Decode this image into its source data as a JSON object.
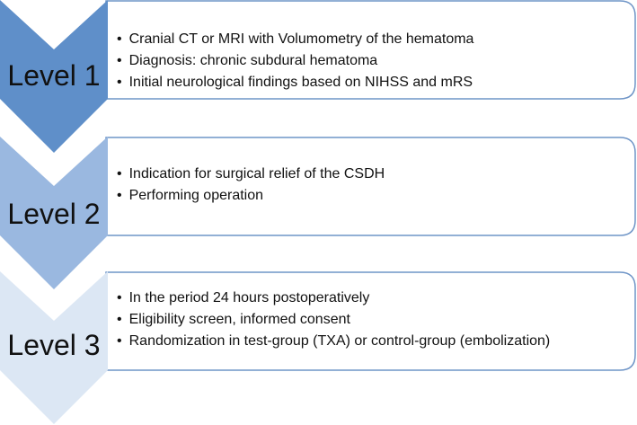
{
  "levels": [
    {
      "label": "Level 1",
      "fill_color": "#5f8fc9",
      "items": [
        "Cranial CT or MRI with Volumometry of the hematoma",
        "Diagnosis: chronic subdural hematoma",
        "Initial neurological findings based on NIHSS and mRS"
      ]
    },
    {
      "label": "Level 2",
      "fill_color": "#9ab8e0",
      "items": [
        "Indication for surgical relief of the CSDH",
        "Performing operation"
      ]
    },
    {
      "label": "Level 3",
      "fill_color": "#dce7f4",
      "items": [
        "In the period 24 hours postoperatively",
        "Eligibility screen, informed consent",
        "Randomization in test-group (TXA) or control-group (embolization)"
      ]
    }
  ],
  "colors": {
    "box_border": "#6f95c7",
    "box_fill": "#ffffff"
  }
}
